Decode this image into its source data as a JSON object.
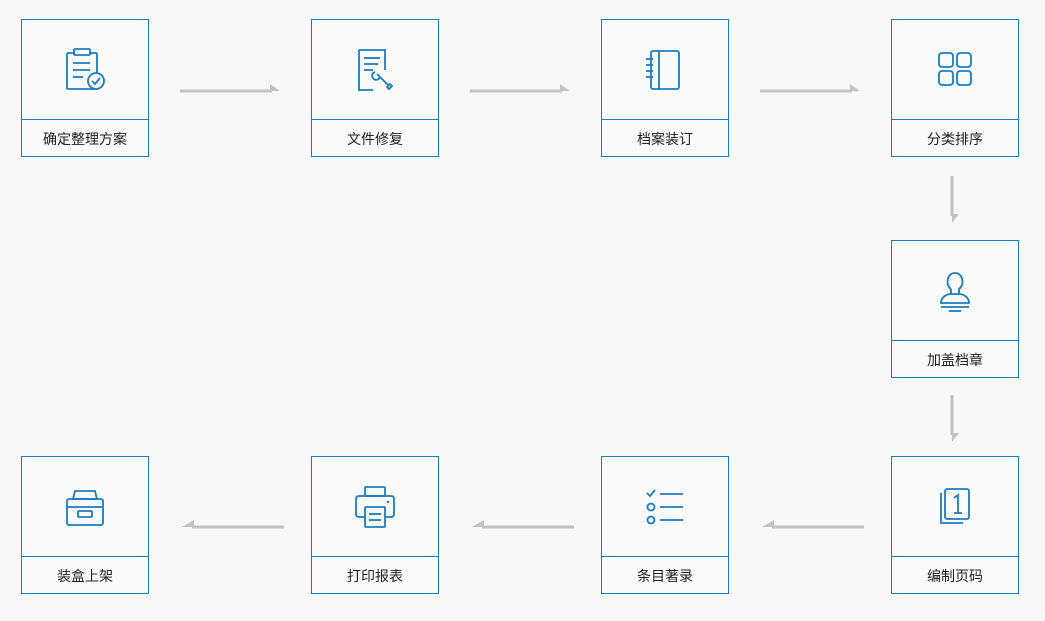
{
  "steps": [
    {
      "label": "确定整理方案",
      "icon": "document-check-icon"
    },
    {
      "label": "文件修复",
      "icon": "document-repair-icon"
    },
    {
      "label": "档案装订",
      "icon": "binder-icon"
    },
    {
      "label": "分类排序",
      "icon": "grid-icon"
    },
    {
      "label": "加盖档章",
      "icon": "stamp-icon"
    },
    {
      "label": "编制页码",
      "icon": "page-number-icon"
    },
    {
      "label": "条目著录",
      "icon": "checklist-icon"
    },
    {
      "label": "打印报表",
      "icon": "printer-icon"
    },
    {
      "label": "装盒上架",
      "icon": "archive-box-icon"
    }
  ],
  "colors": {
    "border": "#1a7cc0",
    "icon": "#1a7cc0",
    "arrow": "#c2c2c2",
    "background": "#f8f8f8"
  }
}
